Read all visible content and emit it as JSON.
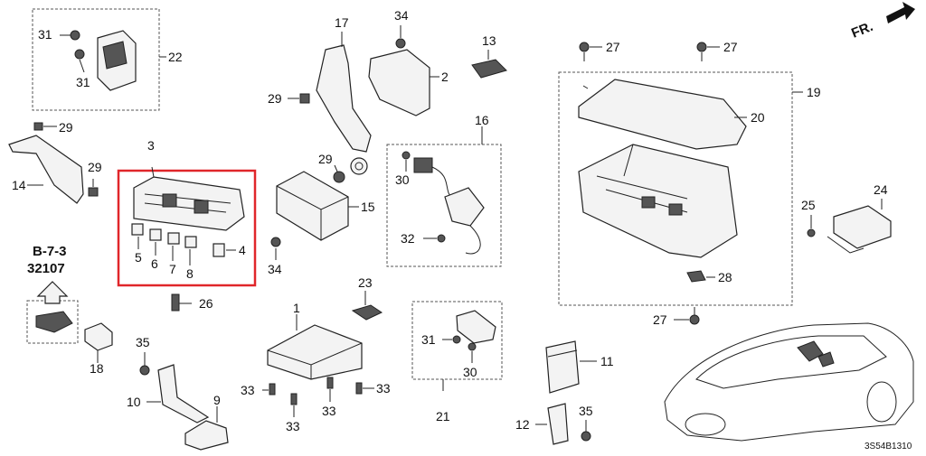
{
  "diagram_code": "3S54B1310",
  "front_indicator": "FR.",
  "reference": {
    "page": "B-7-3",
    "number": "32107"
  },
  "callouts": {
    "c1": "1",
    "c2": "2",
    "c3": "3",
    "c4": "4",
    "c5": "5",
    "c6": "6",
    "c7": "7",
    "c8": "8",
    "c9": "9",
    "c10": "10",
    "c11": "11",
    "c12": "12",
    "c13": "13",
    "c14": "14",
    "c15": "15",
    "c16": "16",
    "c17": "17",
    "c18": "18",
    "c19": "19",
    "c20": "20",
    "c21": "21",
    "c22": "22",
    "c23": "23",
    "c24": "24",
    "c25": "25",
    "c26": "26",
    "c27": "27",
    "c28": "28",
    "c29": "29",
    "c30": "30",
    "c31": "31",
    "c32": "32",
    "c33": "33",
    "c34": "34",
    "c35": "35"
  }
}
